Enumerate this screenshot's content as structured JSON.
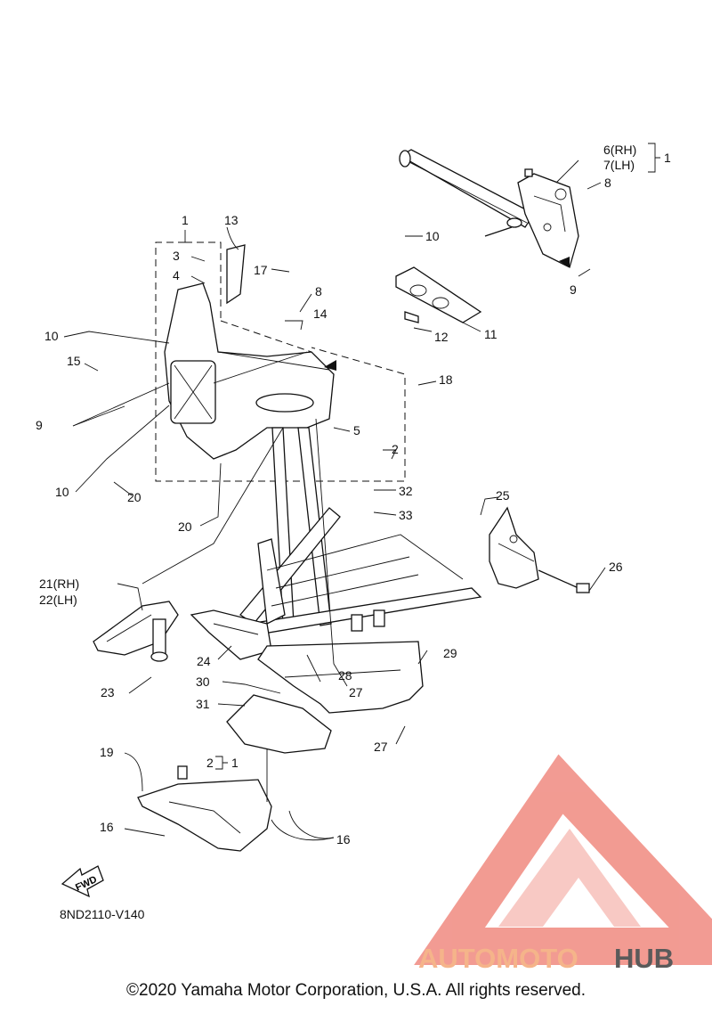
{
  "diagram_code": "8ND2110-V140",
  "fwd_label": "FWD",
  "copyright": "©2020 Yamaha Motor Corporation, U.S.A. All rights reserved.",
  "watermark": {
    "part1": "AUTOMOTO",
    "part2": "HUB",
    "color1": "#f5b48a",
    "color2": "#5a5a5a",
    "logo_color": "#f08a80"
  },
  "callouts": {
    "c1a": "1",
    "c1b": "1",
    "c1c": "1",
    "c2a": "2",
    "c2b": "2",
    "c3": "3",
    "c4": "4",
    "c5": "5",
    "c6": "6(RH)",
    "c7": "7(LH)",
    "c8a": "8",
    "c8b": "8",
    "c9a": "9",
    "c9b": "9",
    "c10a": "10",
    "c10b": "10",
    "c10c": "10",
    "c11": "11",
    "c12": "12",
    "c13": "13",
    "c14": "14",
    "c15": "15",
    "c16a": "16",
    "c16b": "16",
    "c17": "17",
    "c18": "18",
    "c19": "19",
    "c20a": "20",
    "c20b": "20",
    "c21": "21(RH)",
    "c22": "22(LH)",
    "c23": "23",
    "c24": "24",
    "c25": "25",
    "c26": "26",
    "c27a": "27",
    "c27b": "27",
    "c28": "28",
    "c29": "29",
    "c30": "30",
    "c31": "31",
    "c32": "32",
    "c33": "33"
  }
}
